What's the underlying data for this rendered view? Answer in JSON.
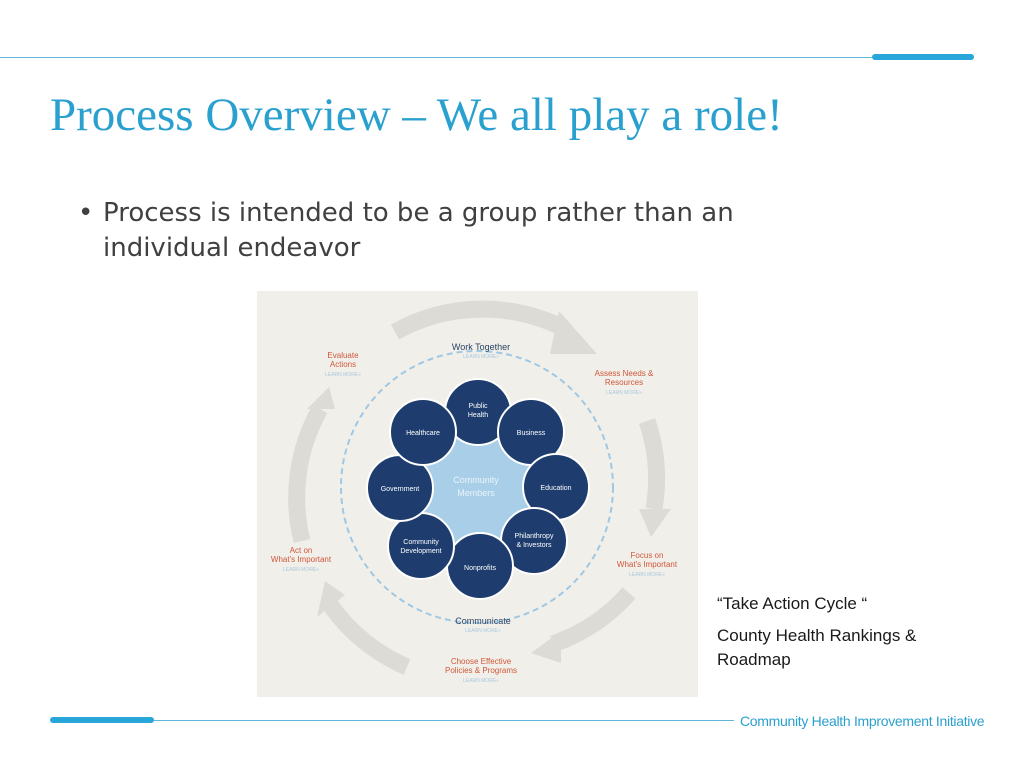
{
  "slide": {
    "title": "Process Overview – We all play a role!",
    "bullets": [
      {
        "marker": "•",
        "text": "Process is intended to be a group rather than an individual endeavor"
      }
    ],
    "caption": [
      "“Take Action Cycle “",
      "County Health Rankings & Roadmap"
    ],
    "footer": "Community Health Improvement Initiative"
  },
  "diagram": {
    "center_label": [
      "Community",
      "Members"
    ],
    "petals": [
      {
        "label": [
          "Public",
          "Health"
        ]
      },
      {
        "label": [
          "Business"
        ]
      },
      {
        "label": [
          "Education"
        ]
      },
      {
        "label": [
          "Philanthropy",
          "& Investors"
        ]
      },
      {
        "label": [
          "Nonprofits"
        ]
      },
      {
        "label": [
          "Community",
          "Development"
        ]
      },
      {
        "label": [
          "Government"
        ]
      },
      {
        "label": [
          "Healthcare"
        ]
      }
    ],
    "ring_labels": {
      "top": "Work Together",
      "bottom": "Communicate",
      "learn_more": "LEARN MORE»"
    },
    "steps": [
      {
        "label": [
          "Assess Needs &",
          "Resources"
        ]
      },
      {
        "label": [
          "Focus on",
          "What's Important"
        ]
      },
      {
        "label": [
          "Choose Effective",
          "Policies & Programs"
        ]
      },
      {
        "label": [
          "Act on",
          "What's Important"
        ]
      },
      {
        "label": [
          "Evaluate",
          "Actions"
        ]
      }
    ],
    "colors": {
      "petal": "#1e3d6e",
      "center": "#a9cfe8",
      "ring": "#9fc8e4",
      "step_text": "#d0573a",
      "ring_text": "#2a4466",
      "arrow": "#dddbd5",
      "learn_more": "#a9c8e0"
    }
  }
}
